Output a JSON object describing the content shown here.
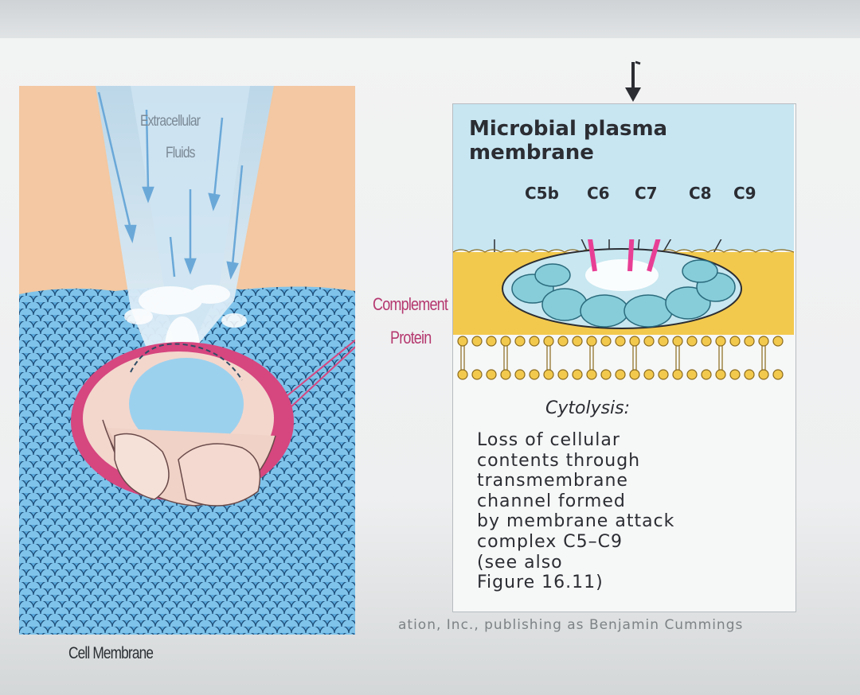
{
  "left": {
    "extracellular_label": "Extracellular",
    "fluids_label": "Fluids",
    "complement_label": "Complement",
    "protein_label": "Protein",
    "cell_membrane_label": "Cell Membrane"
  },
  "right": {
    "title_line1": "Microbial plasma",
    "title_line2": "membrane",
    "components": [
      "C5b",
      "C6",
      "C7",
      "C8",
      "C9"
    ],
    "cytolysis_title": "Cytolysis:",
    "description_lines": [
      "Loss of cellular",
      "contents through",
      "transmembrane",
      "channel formed",
      "by membrane attack",
      "complex C5–C9",
      "(see also",
      "Figure 16.11)"
    ]
  },
  "footer": "ation, Inc., publishing as Benjamin Cummings"
}
